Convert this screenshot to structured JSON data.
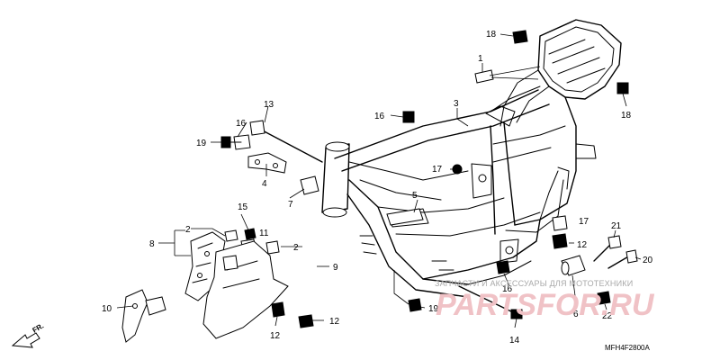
{
  "diagram_code": "MFH4F2800A",
  "direction_label": "FR.",
  "watermark": {
    "line1": "ЗАПЧАСТИ И АКСЕССУАРЫ ДЛЯ МОТОТЕХНИКИ",
    "line2": "PARTSFOR.RU"
  },
  "callouts": {
    "c1": "1",
    "c2a": "2",
    "c2b": "2",
    "c3": "3",
    "c4": "4",
    "c5": "5",
    "c6": "6",
    "c7": "7",
    "c8": "8",
    "c9": "9",
    "c10": "10",
    "c11": "11",
    "c12a": "12",
    "c12b": "12",
    "c12c": "12",
    "c13": "13",
    "c14": "14",
    "c15": "15",
    "c16a": "16",
    "c16b": "16",
    "c16c": "16",
    "c17a": "17",
    "c17b": "17",
    "c18a": "18",
    "c18b": "18",
    "c19a": "19",
    "c19b": "19",
    "c20": "20",
    "c21": "21",
    "c22": "22"
  },
  "colors": {
    "line": "#000000",
    "background": "#ffffff",
    "watermark_text": "#a8a8a8",
    "watermark_logo": "#f0c2c6"
  }
}
